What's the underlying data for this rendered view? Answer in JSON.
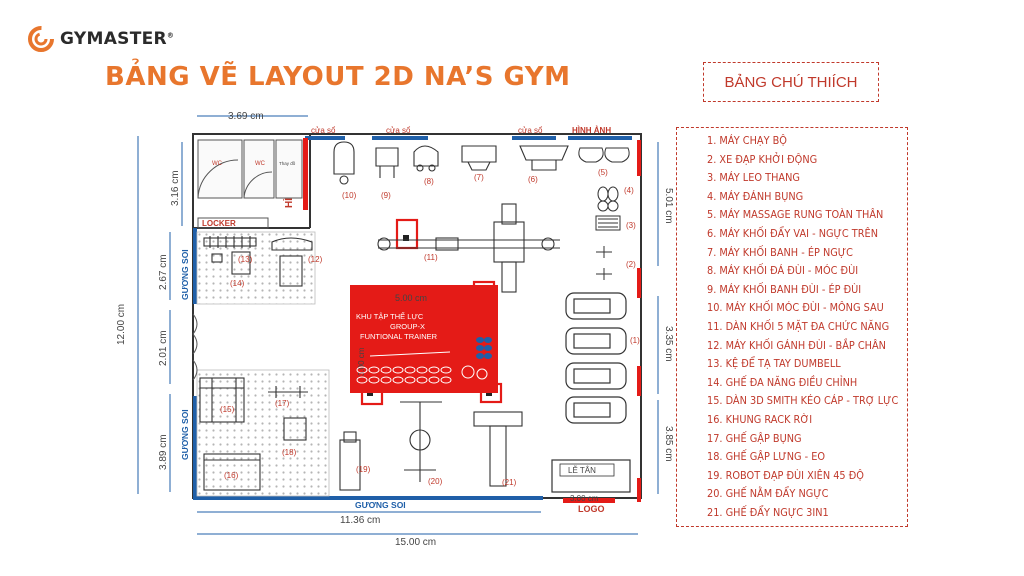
{
  "brand": {
    "name": "GYMASTER",
    "mark": "®",
    "color": "#e8762d"
  },
  "title": "BẢNG VẼ LAYOUT 2D NA’S GYM",
  "legend": {
    "title": "BẢNG CHÚ THIÍCH",
    "items": [
      "1. MÁY CHẠY BỘ",
      "2. XE ĐẠP KHỞI ĐỘNG",
      "3. MÁY LEO THANG",
      "4. MÁY ĐÁNH BỤNG",
      "5. MÁY MASSAGE RUNG TOÀN THÂN",
      "6. MÁY KHỐI ĐẨY VAI - NGỰC TRÊN",
      "7. MÁY KHỐI BANH - ÉP NGỰC",
      "8. MÁY KHỐI ĐÁ ĐÙI - MÓC ĐÙI",
      "9. MÁY KHỐI BANH ĐÙI - ÉP ĐÙI",
      "10. MÁY KHỐI MÓC ĐÙI - MÔNG SAU",
      "11. DÀN KHỐI 5 MẶT ĐA CHỨC NĂNG",
      "12. MÁY KHỐI GÁNH ĐÙI - BẮP CHÂN",
      "13. KỆ ĐỂ TẠ TAY DUMBELL",
      "14. GHẾ ĐA NĂNG ĐIỀU CHỈNH",
      "15. DÀN 3D SMITH KÉO CÁP - TRỢ LỰC",
      "16. KHUNG RACK RỜI",
      "17. GHẾ GẬP BỤNG",
      "18. GHẾ GẬP LƯNG - EO",
      "19. ROBOT ĐẠP ĐÙI XIÊN 45 ĐỘ",
      "20. GHẾ NẰM ĐẨY NGỰC",
      "21. GHẾ ĐẨY NGỰC 3IN1"
    ]
  },
  "plan": {
    "dimensions": {
      "top_wc": "3.69 cm",
      "left_total": "12.00 cm",
      "left_wc": "3.16 cm",
      "left_a": "2.67 cm",
      "left_b": "2.01 cm",
      "left_c": "3.89 cm",
      "right_a": "5.01 cm",
      "right_b": "3.35 cm",
      "right_c": "3.85 cm",
      "bottom_inner": "11.36 cm",
      "bottom_total": "15.00 cm",
      "group_w": "5.00 cm",
      "group_h": "3.00 cm",
      "reception_w": "3.00 cm"
    },
    "labels": {
      "window": "cửa sổ",
      "picture": "HÌNH ẢNH",
      "picture_vertical": "HÌNH ẢNH",
      "locker": "LOCKER",
      "wc": "WC",
      "shower": "Thay đồ",
      "mirror": "GƯƠNG SOI",
      "reception": "LỄ TÂN",
      "logo": "LOGO",
      "group_line1": "KHU TẬP THỂ LỰC",
      "group_line2": "GROUP-X",
      "group_line3": "FUNTIONAL TRAINER"
    },
    "equipment_numbers": [
      "(1)",
      "(2)",
      "(3)",
      "(4)",
      "(5)",
      "(6)",
      "(7)",
      "(8)",
      "(9)",
      "(10)",
      "(11)",
      "(12)",
      "(13)",
      "(14)",
      "(15)",
      "(16)",
      "(17)",
      "(18)",
      "(19)",
      "(20)",
      "(21)"
    ]
  },
  "colors": {
    "accent": "#e8762d",
    "legend_red": "#c0392b",
    "wall_blue": "#1f5fa8",
    "group_red": "#e41b17"
  }
}
